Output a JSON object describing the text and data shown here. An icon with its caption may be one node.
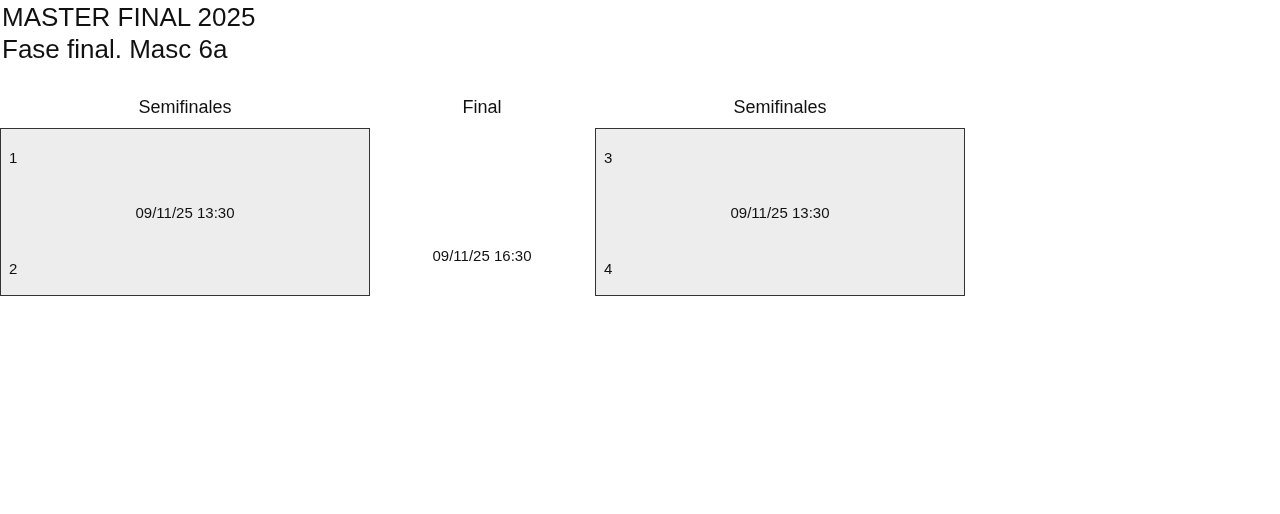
{
  "diagram": {
    "title": "MASTER FINAL 2025",
    "nodes": [
      {
        "text": [
          "1",
          "09/11/25 13:30",
          "2"
        ]
      },
      {
        "text": [
          "3",
          "09/11/25 13:30",
          "4"
        ]
      }
    ],
    "labels": [
      "Fase final. Masc 6a",
      "Semifinales",
      "Final",
      "Semifinales",
      "09/11/25 16:30"
    ]
  }
}
